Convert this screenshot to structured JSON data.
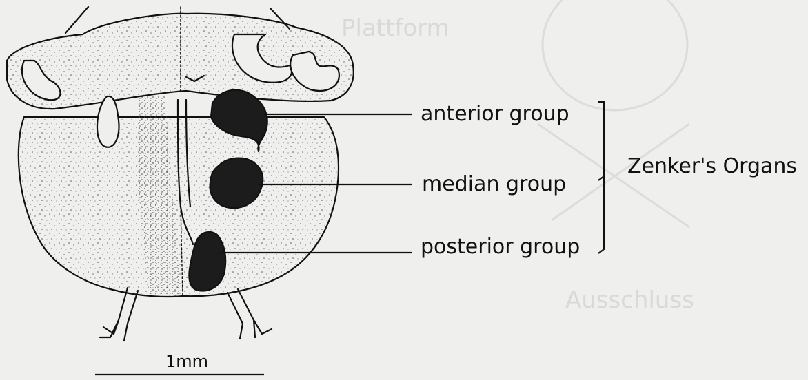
{
  "labels": {
    "anterior": "anterior group",
    "median": "median group",
    "posterior": "posterior group",
    "organ": "Zenker's Organs"
  },
  "scale_bar": {
    "label": "1mm"
  },
  "colors": {
    "ink": "#111111",
    "background": "#efefed",
    "organ_fill": "#1c1c1c"
  }
}
